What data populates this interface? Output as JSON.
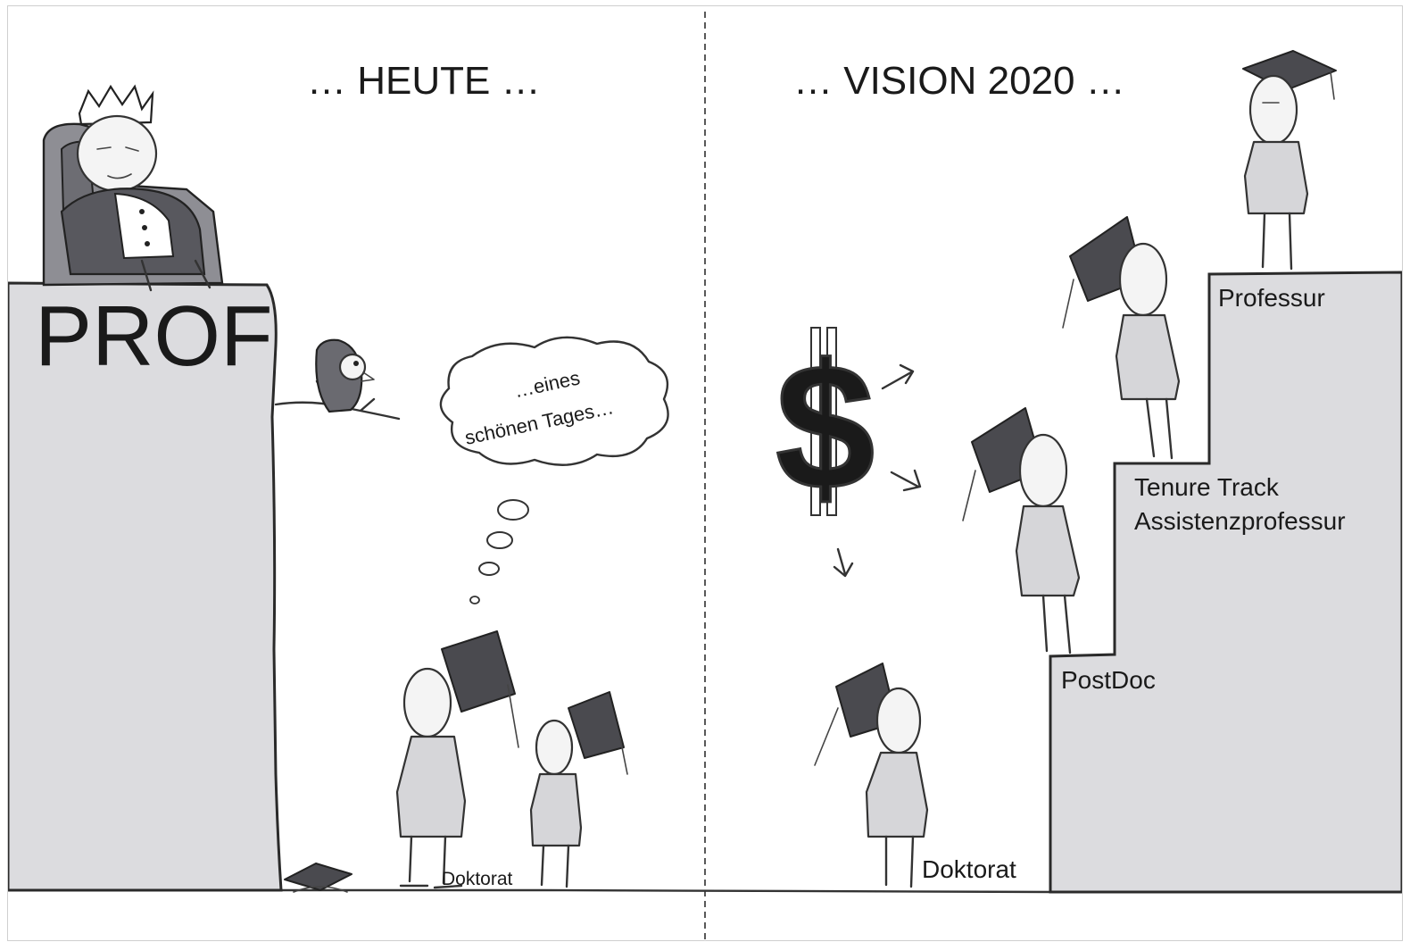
{
  "left_panel": {
    "title": "… HEUTE …",
    "prof_label": "PROF",
    "thought_line1": "…eines",
    "thought_line2": "schönen Tages…",
    "ground_label": "Doktorat"
  },
  "right_panel": {
    "title": "… VISION 2020 …",
    "currency_symbol": "$",
    "step_professur": "Professur",
    "step_tenure_line1": "Tenure Track",
    "step_tenure_line2": "Assistenzprofessur",
    "step_postdoc": "PostDoc",
    "step_doktorat": "Doktorat"
  },
  "colors": {
    "block_fill": "#dcdcdf",
    "ink": "#1a1a1a",
    "cap": "#4a4a4f"
  }
}
